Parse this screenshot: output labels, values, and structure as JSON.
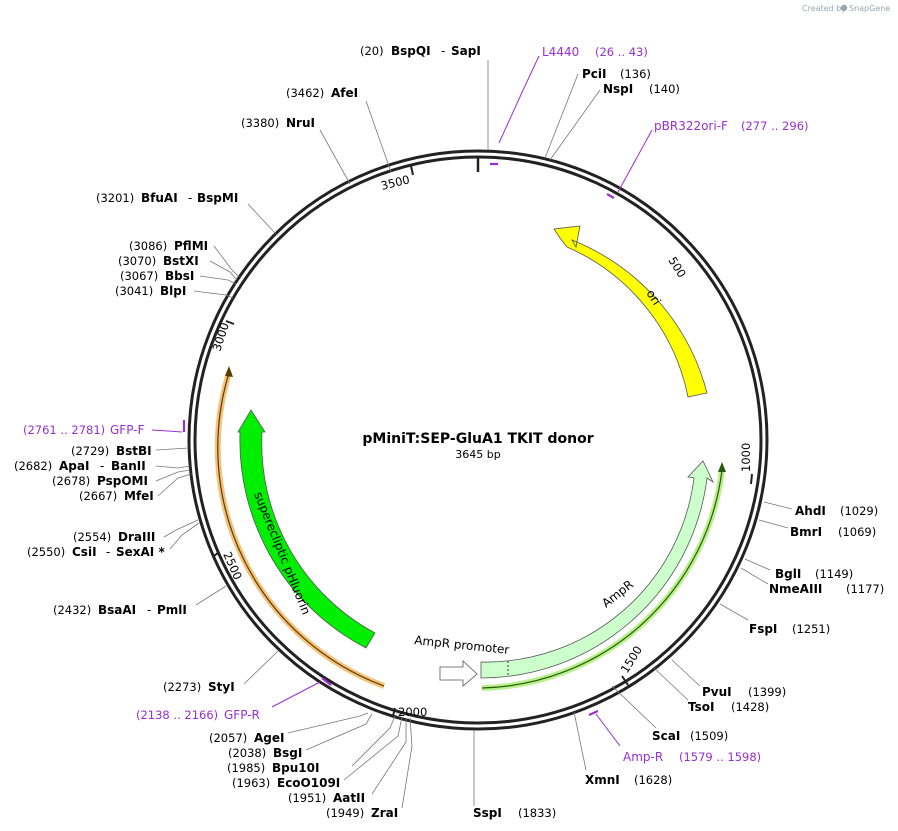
{
  "credit": {
    "text": "Created by",
    "brand": "SnapGene"
  },
  "plasmid": {
    "name": "pMiniT:SEP-GluA1 TKIT donor",
    "size_label": "3645 bp"
  },
  "ticks": [
    "500",
    "1000",
    "1500",
    "2000",
    "2500",
    "3000",
    "3500"
  ],
  "features": {
    "ori": "ori",
    "ampr": "AmpR",
    "ampr_promoter": "AmpR promoter",
    "sep": "superecliptic pHluorin"
  },
  "sites": [
    {
      "pos": "(20)",
      "name": "BspQI",
      "extra": "SapI"
    },
    {
      "name": "PciI",
      "pos": "(136)"
    },
    {
      "name": "NspI",
      "pos": "(140)"
    },
    {
      "pos": "(3462)",
      "name": "AfeI"
    },
    {
      "pos": "(3380)",
      "name": "NruI"
    },
    {
      "pos": "(3201)",
      "name": "BfuAI",
      "extra": "BspMI"
    },
    {
      "pos": "(3086)",
      "name": "PflMI"
    },
    {
      "pos": "(3070)",
      "name": "BstXI"
    },
    {
      "pos": "(3067)",
      "name": "BbsI"
    },
    {
      "pos": "(3041)",
      "name": "BlpI"
    },
    {
      "pos": "(2729)",
      "name": "BstBI"
    },
    {
      "pos": "(2682)",
      "name": "ApaI",
      "extra": "BanII"
    },
    {
      "pos": "(2678)",
      "name": "PspOMI"
    },
    {
      "pos": "(2667)",
      "name": "MfeI"
    },
    {
      "pos": "(2554)",
      "name": "DraIII"
    },
    {
      "pos": "(2550)",
      "name": "CsiI",
      "extra": "SexAI *"
    },
    {
      "pos": "(2432)",
      "name": "BsaAI",
      "extra": "PmlI"
    },
    {
      "pos": "(2273)",
      "name": "StyI"
    },
    {
      "pos": "(2057)",
      "name": "AgeI"
    },
    {
      "pos": "(2038)",
      "name": "BsgI"
    },
    {
      "pos": "(1985)",
      "name": "Bpu10I"
    },
    {
      "pos": "(1963)",
      "name": "EcoO109I"
    },
    {
      "pos": "(1951)",
      "name": "AatII"
    },
    {
      "pos": "(1949)",
      "name": "ZraI"
    },
    {
      "name": "SspI",
      "pos": "(1833)"
    },
    {
      "name": "XmnI",
      "pos": "(1628)"
    },
    {
      "name": "ScaI",
      "pos": "(1509)"
    },
    {
      "name": "TsoI",
      "pos": "(1428)"
    },
    {
      "name": "PvuI",
      "pos": "(1399)"
    },
    {
      "name": "FspI",
      "pos": "(1251)"
    },
    {
      "name": "NmeAIII",
      "pos": "(1177)"
    },
    {
      "name": "BglI",
      "pos": "(1149)"
    },
    {
      "name": "BmrI",
      "pos": "(1069)"
    },
    {
      "name": "AhdI",
      "pos": "(1029)"
    }
  ],
  "primers": [
    {
      "name": "L4440",
      "range": "(26 .. 43)"
    },
    {
      "name": "pBR322ori-F",
      "range": "(277 .. 296)"
    },
    {
      "name": "GFP-F",
      "range": "(2761 .. 2781)"
    },
    {
      "name": "GFP-R",
      "range": "(2138 .. 2166)"
    },
    {
      "name": "Amp-R",
      "range": "(1579 .. 1598)"
    }
  ],
  "colors": {
    "ori": "#ffff00",
    "ampr": "#ccffcc",
    "sep": "#00ee00",
    "primer": "#9a2ed1",
    "orange_track": "#f4c27a"
  }
}
